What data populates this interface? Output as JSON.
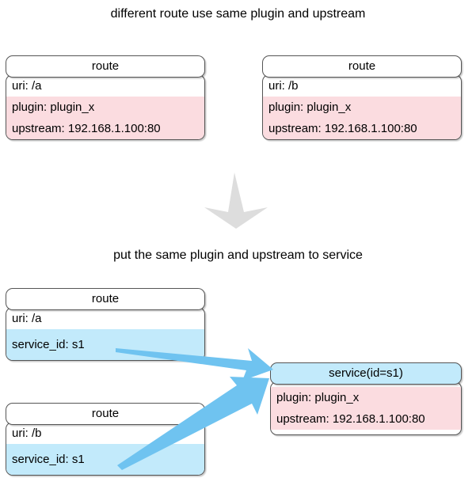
{
  "diagram": {
    "title_top": "different route use same plugin and upstream",
    "title_bottom": "put the same plugin and upstream to service",
    "colors": {
      "pink": "#fbdce0",
      "blue": "#c2eafb",
      "arrow_blue": "#6fc3f0",
      "arrow_gray": "#dddddd",
      "border": "#555555",
      "background": "#ffffff"
    }
  },
  "top_section": {
    "caption": "different route use same plugin and upstream",
    "cards": [
      {
        "header": "route",
        "uri": "uri: /a",
        "plugin": "plugin: plugin_x",
        "upstream": "upstream: 192.168.1.100:80"
      },
      {
        "header": "route",
        "uri": "uri: /b",
        "plugin": "plugin: plugin_x",
        "upstream": "upstream: 192.168.1.100:80"
      }
    ]
  },
  "transition_arrow": {
    "name": "down-arrow",
    "direction": "down",
    "color": "#dddddd"
  },
  "bottom_section": {
    "caption": "put the same plugin and upstream to service",
    "route_cards": [
      {
        "header": "route",
        "uri": "uri: /a",
        "service_id": "service_id: s1"
      },
      {
        "header": "route",
        "uri": "uri: /b",
        "service_id": "service_id: s1"
      }
    ],
    "service_card": {
      "header": "service(id=s1)",
      "plugin": "plugin: plugin_x",
      "upstream": "upstream: 192.168.1.100:80"
    },
    "connections": [
      {
        "from": "route-a",
        "to": "service",
        "color": "#6fc3f0"
      },
      {
        "from": "route-b",
        "to": "service",
        "color": "#6fc3f0"
      }
    ]
  }
}
